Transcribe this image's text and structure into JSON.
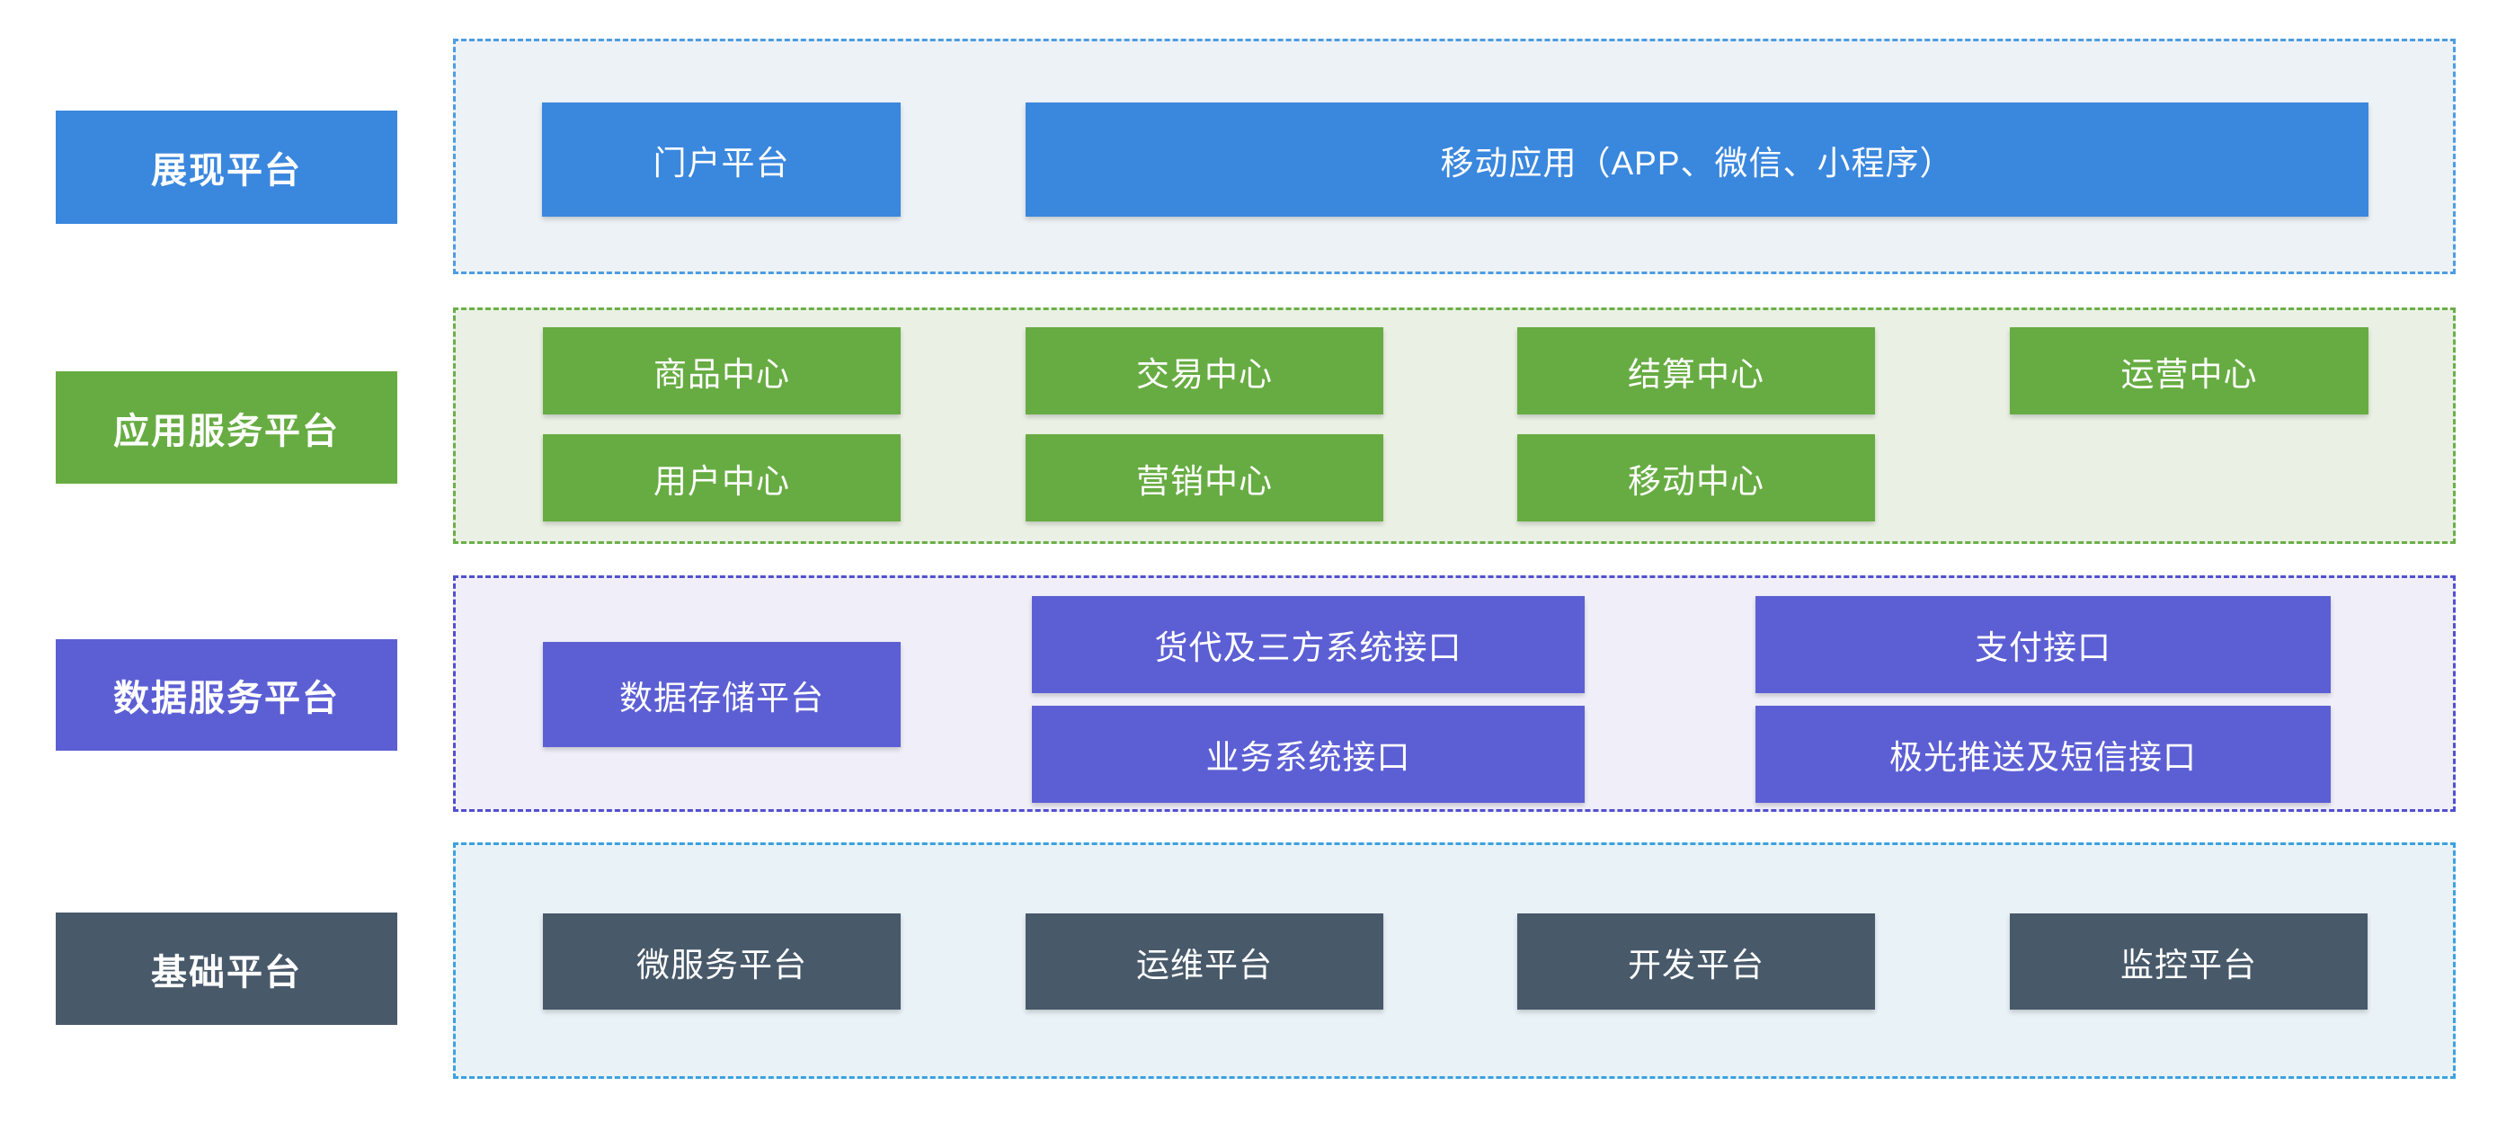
{
  "palette": {
    "blue": "#3a87de",
    "green": "#67ac42",
    "purple": "#5c5fd4",
    "slate": "#48596a",
    "row1_container_bg": "#edf2f6",
    "row1_container_border": "#4e9ce1",
    "row2_container_bg": "#eaf1e4",
    "row2_container_border": "#6cae48",
    "row3_container_bg": "#f0eff9",
    "row3_container_border": "#5150ce",
    "row4_container_bg": "#e9f2f7",
    "row4_container_border": "#3ba2df"
  },
  "rows": [
    {
      "label": "展现平台",
      "boxes": [
        "门户平台",
        "移动应用（APP、微信、小程序）"
      ]
    },
    {
      "label": "应用服务平台",
      "boxes": [
        "商品中心",
        "交易中心",
        "结算中心",
        "运营中心",
        "用户中心",
        "营销中心",
        "移动中心"
      ]
    },
    {
      "label": "数据服务平台",
      "boxes": [
        "数据存储平台",
        "货代及三方系统接口",
        "业务系统接口",
        "支付接口",
        "极光推送及短信接口"
      ]
    },
    {
      "label": "基础平台",
      "boxes": [
        "微服务平台",
        "运维平台",
        "开发平台",
        "监控平台"
      ]
    }
  ]
}
